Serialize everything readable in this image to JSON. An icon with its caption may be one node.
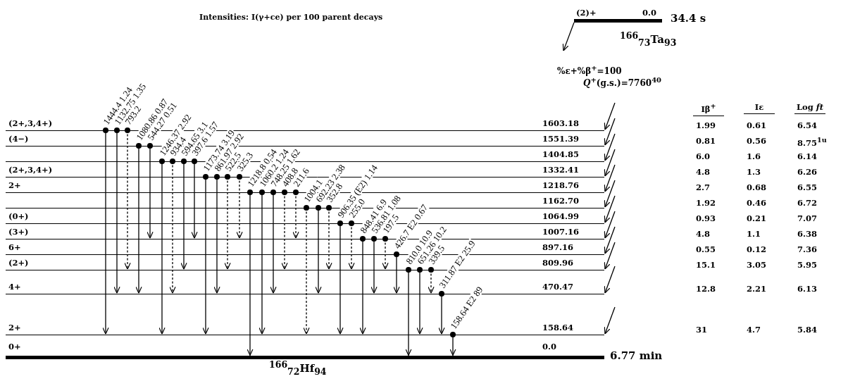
{
  "diagram": {
    "title": "Intensities: I(γ+ce) per 100 parent decays",
    "nodes": [
      {
        "text": [
          "(2)+",
          "0.0"
        ],
        "beside": [
          "34.4 s"
        ]
      },
      {
        "text": [
          "(2+,3,4+)",
          "1603.18"
        ]
      },
      {
        "text": [
          "(4−)",
          "1551.39"
        ]
      },
      {
        "text": [
          "1404.85"
        ]
      },
      {
        "text": [
          "(2+,3,4+)",
          "1332.41"
        ]
      },
      {
        "text": [
          "2+",
          "1218.76"
        ]
      },
      {
        "text": [
          "1162.70"
        ]
      },
      {
        "text": [
          "(0+)",
          "1064.99"
        ]
      },
      {
        "text": [
          "(3+)",
          "1007.16"
        ]
      },
      {
        "text": [
          "6+",
          "897.16"
        ]
      },
      {
        "text": [
          "(2+)",
          "809.96"
        ]
      },
      {
        "text": [
          "4+",
          "470.47"
        ]
      },
      {
        "text": [
          "2+",
          "158.64"
        ]
      },
      {
        "text": [
          "0+",
          "0.0"
        ],
        "beside": [
          "6.77 min"
        ]
      }
    ],
    "edges": [
      {
        "from": 1,
        "to": 12,
        "arrow": "to",
        "label": "1444.4 1.24"
      },
      {
        "from": 1,
        "to": 11,
        "arrow": "to",
        "label": "1132.75 1.35"
      },
      {
        "from": 1,
        "to": 10,
        "arrow": "to",
        "label": "793.2",
        "style": "dashed"
      },
      {
        "from": 2,
        "to": 11,
        "arrow": "to",
        "label": "1080.86 0.87"
      },
      {
        "from": 2,
        "to": 8,
        "arrow": "to",
        "label": "544.27 0.51"
      },
      {
        "from": 3,
        "to": 12,
        "arrow": "to",
        "label": "1246.37 2.92"
      },
      {
        "from": 3,
        "to": 11,
        "arrow": "to",
        "label": "934.4",
        "style": "dashed"
      },
      {
        "from": 3,
        "to": 10,
        "arrow": "to",
        "label": "594.65 3.1"
      },
      {
        "from": 3,
        "to": 8,
        "arrow": "to",
        "label": "397.6 1.57"
      },
      {
        "from": 4,
        "to": 12,
        "arrow": "to",
        "label": "1173.74 3.19"
      },
      {
        "from": 4,
        "to": 11,
        "arrow": "to",
        "label": "861.97 2.92"
      },
      {
        "from": 4,
        "to": 10,
        "arrow": "to",
        "label": "522.5",
        "style": "dashed"
      },
      {
        "from": 4,
        "to": 8,
        "arrow": "to",
        "label": "325.3",
        "style": "dashed"
      },
      {
        "from": 5,
        "to": 13,
        "arrow": "to",
        "label": "1218.8 0.54"
      },
      {
        "from": 5,
        "to": 12,
        "arrow": "to",
        "label": "1060.2 1.24"
      },
      {
        "from": 5,
        "to": 11,
        "arrow": "to",
        "label": "748.25 1.62"
      },
      {
        "from": 5,
        "to": 10,
        "arrow": "to",
        "label": "408.8",
        "style": "dashed"
      },
      {
        "from": 5,
        "to": 8,
        "arrow": "to",
        "label": "211.6",
        "style": "dashed"
      },
      {
        "from": 6,
        "to": 12,
        "arrow": "to",
        "label": "1004.1",
        "style": "dashed"
      },
      {
        "from": 6,
        "to": 11,
        "arrow": "to",
        "label": "692.23 2.38"
      },
      {
        "from": 6,
        "to": 10,
        "arrow": "to",
        "label": "352.8",
        "style": "dashed"
      },
      {
        "from": 7,
        "to": 12,
        "arrow": "to",
        "label": "906.35 (E2) 1.14"
      },
      {
        "from": 7,
        "to": 10,
        "arrow": "to",
        "label": "255.0",
        "style": "dashed"
      },
      {
        "from": 8,
        "to": 12,
        "arrow": "to",
        "label": "848.41 6.9"
      },
      {
        "from": 8,
        "to": 11,
        "arrow": "to",
        "label": "536.81 1.08"
      },
      {
        "from": 8,
        "to": 10,
        "arrow": "to",
        "label": "197.5",
        "style": "dashed"
      },
      {
        "from": 9,
        "to": 11,
        "arrow": "to",
        "label": "426.7 E2 0.67"
      },
      {
        "from": 10,
        "to": 13,
        "arrow": "to",
        "label": "810.0 10.9"
      },
      {
        "from": 10,
        "to": 12,
        "arrow": "to",
        "label": "651.26 10.2"
      },
      {
        "from": 10,
        "to": 11,
        "arrow": "to",
        "label": "339.5",
        "style": "dashed"
      },
      {
        "from": 11,
        "to": 12,
        "arrow": "to",
        "label": "311.87 E2 25.9"
      },
      {
        "from": 12,
        "to": 13,
        "arrow": "to",
        "label": "158.64 E2 89"
      },
      {
        "from": 0,
        "to": null,
        "arrow": "to"
      },
      {
        "from": null,
        "to": 1,
        "arrow": "to"
      },
      {
        "from": null,
        "to": 2,
        "arrow": "to"
      },
      {
        "from": null,
        "to": 3,
        "arrow": "to"
      },
      {
        "from": null,
        "to": 4,
        "arrow": "to"
      },
      {
        "from": null,
        "to": 5,
        "arrow": "to"
      },
      {
        "from": null,
        "to": 6,
        "arrow": "to"
      },
      {
        "from": null,
        "to": 7,
        "arrow": "to"
      },
      {
        "from": null,
        "to": 8,
        "arrow": "to"
      },
      {
        "from": null,
        "to": 9,
        "arrow": "to"
      },
      {
        "from": null,
        "to": 10,
        "arrow": "to"
      },
      {
        "from": null,
        "to": 11,
        "arrow": "to"
      },
      {
        "from": null,
        "to": 12,
        "arrow": "to"
      }
    ],
    "labels": [
      "$^{166}$$_{73}$Ta$_{93}$",
      "%ε+%β$^{+}$=100",
      "*Q*$^{+}$(g.s.)=7760$^{40}$",
      "$^{166}$$_{72}$Hf$_{94}$",
      "Iβ$^{+}$",
      "Iε",
      "Log *ft*",
      "1.99",
      "0.61",
      "6.54",
      "0.81",
      "0.56",
      "8.75$^{1u}$",
      "6.0",
      "1.6",
      "6.14",
      "4.8",
      "1.3",
      "6.26",
      "2.7",
      "0.68",
      "6.55",
      "1.92",
      "0.46",
      "6.72",
      "0.93",
      "0.21",
      "7.07",
      "4.8",
      "1.1",
      "6.38",
      "0.55",
      "0.12",
      "7.36",
      "15.1",
      "3.05",
      "5.95",
      "12.8",
      "2.21",
      "6.13",
      "31",
      "4.7",
      "5.84"
    ]
  }
}
